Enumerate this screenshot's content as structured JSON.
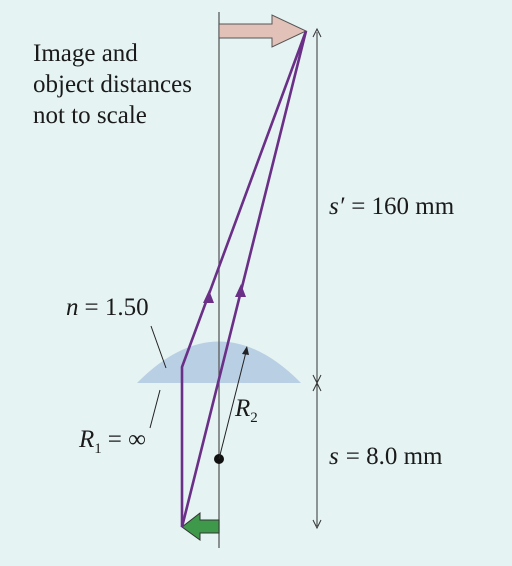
{
  "note": {
    "line1": "Image and",
    "line2": "object distances",
    "line3": "not to scale"
  },
  "labels": {
    "n_symbol": "n",
    "n_equals": "= 1.50",
    "r1_symbol": "R",
    "r1_sub": "1",
    "r1_equals": "= ∞",
    "r2_symbol": "R",
    "r2_sub": "2",
    "s_prime_symbol": "s′",
    "s_prime_value": "= 160 mm",
    "s_symbol": "s",
    "s_value": "= 8.0 mm"
  },
  "colors": {
    "background": "#e6f3f3",
    "lens": "#b9cfe3",
    "ray": "#6a2f87",
    "image_arrow": "#e2c1b8",
    "object_arrow": "#3e9a4a",
    "axis": "#5a5a5a"
  }
}
